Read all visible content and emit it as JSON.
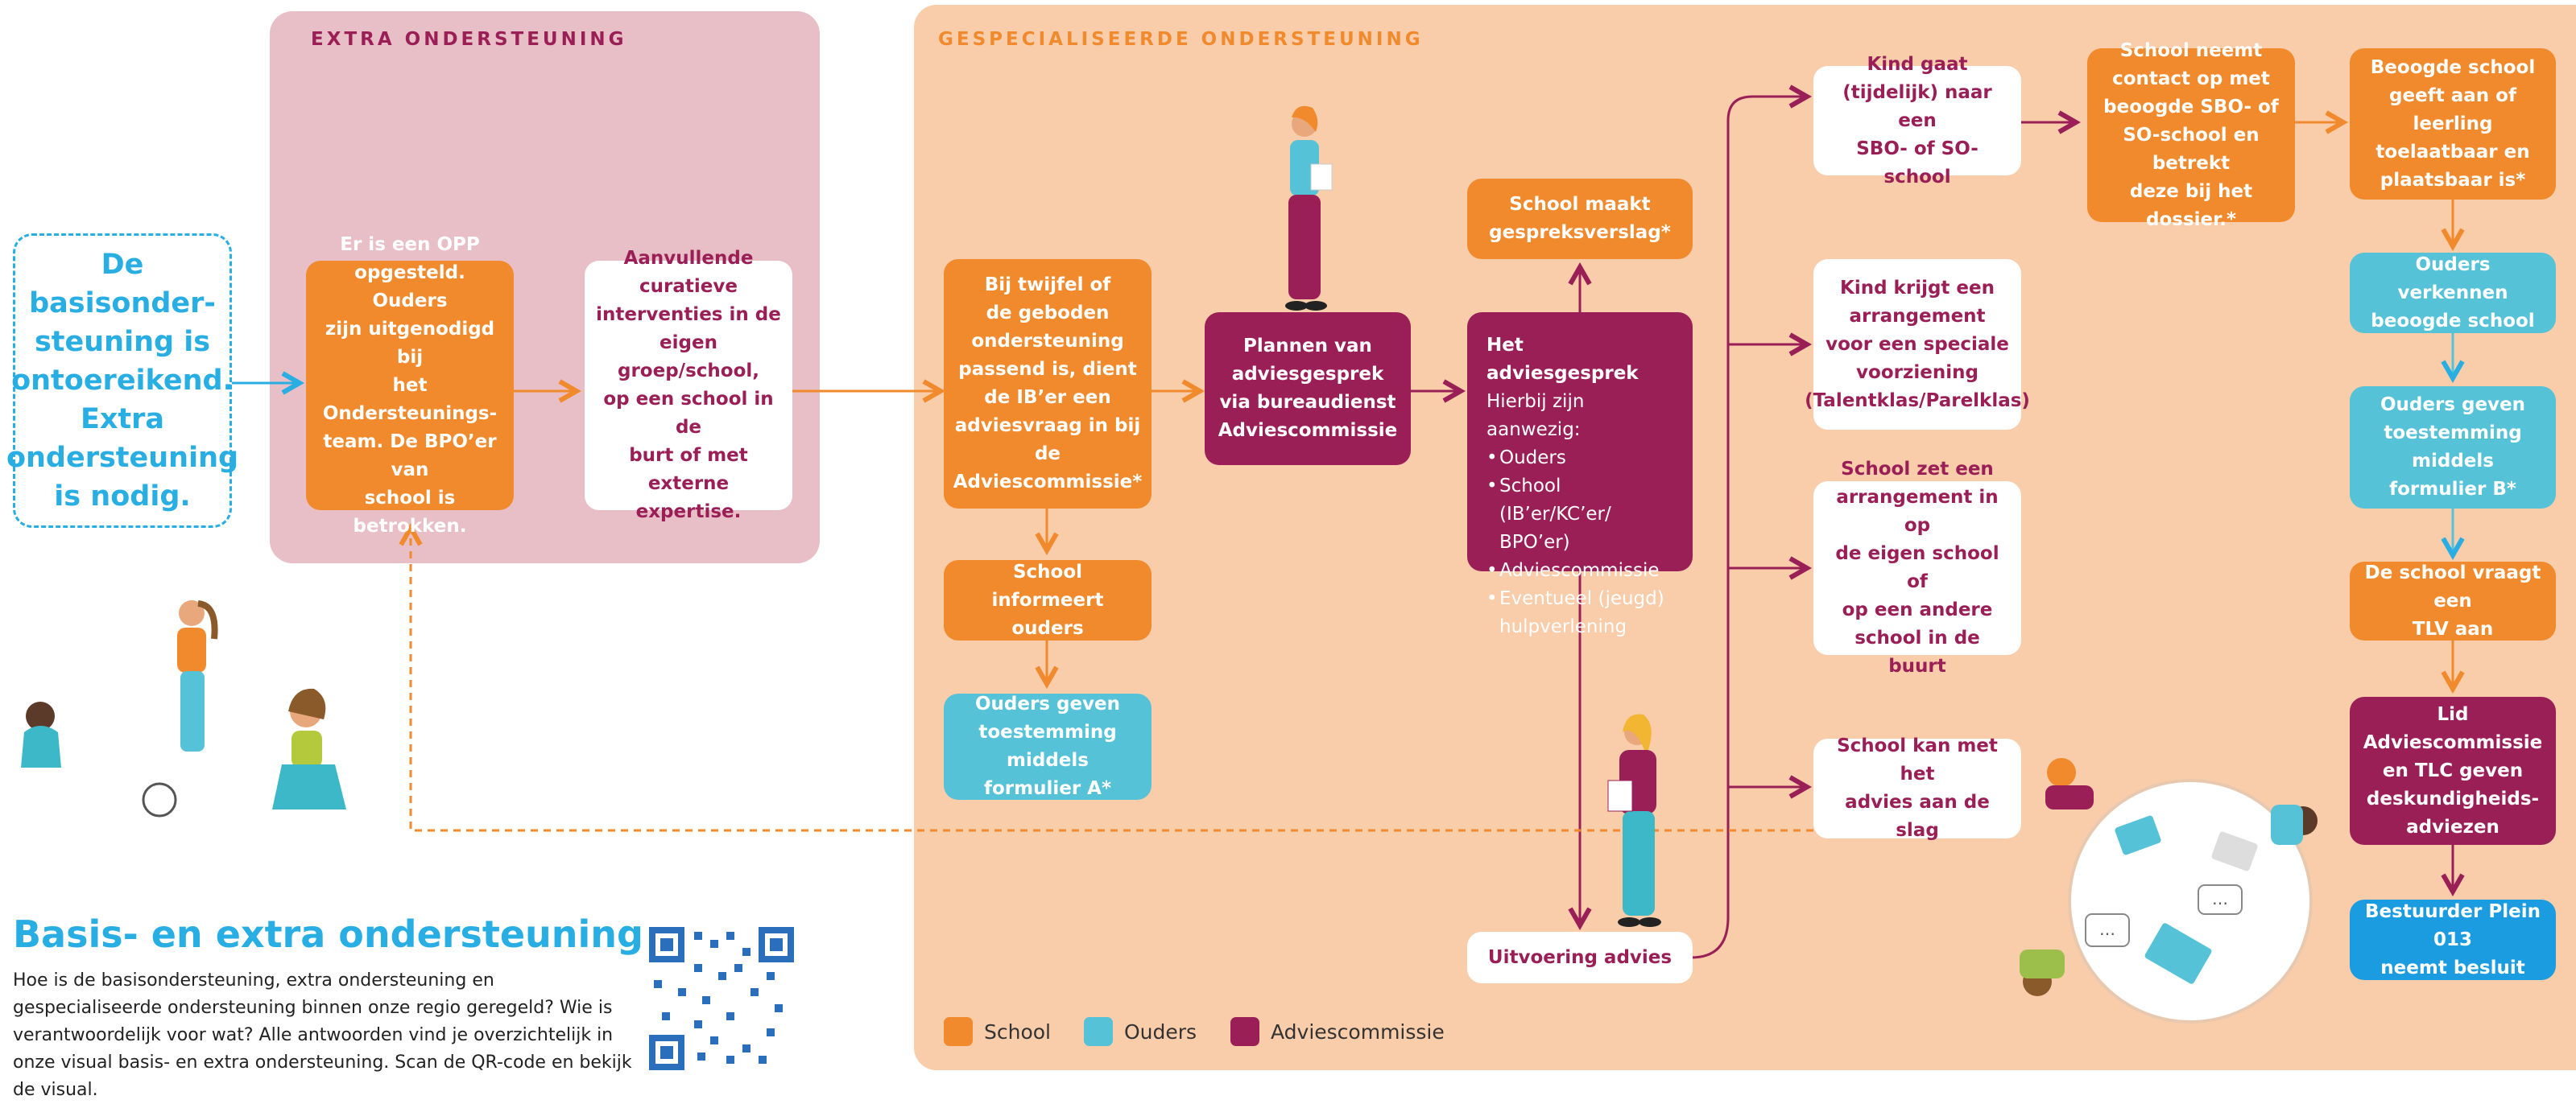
{
  "colors": {
    "school": "#f08a2c",
    "ouders": "#56c2d7",
    "adviescommissie": "#9b1f57",
    "basis_blue": "#29aee3",
    "extra_panel": "#e8bfc6",
    "gespecialiseerd_panel": "#f9ccaa",
    "magenta_text": "#9b1f57",
    "orange_title": "#f08a2c"
  },
  "panels": {
    "extra": {
      "title": "EXTRA ONDERSTEUNING"
    },
    "gespecialiseerd": {
      "title": "GESPECIALISEERDE ONDERSTEUNING"
    }
  },
  "intro": {
    "text": "De basisonder-\nsteuning is\nontoereikend.\nExtra\nondersteuning\nis nodig."
  },
  "extra": {
    "box1": "Er is een OPP\nopgesteld. Ouders\nzijn uitgenodigd bij\nhet Ondersteunings-\nteam. De BPO’er van\nschool is betrokken.",
    "box2": "Aanvullende\ncuratieve\ninterventies in de\neigen groep/school,\nop een school in de\nburt of met externe\nexpertise."
  },
  "gespec": {
    "twijfel": "Bij twijfel of\nde geboden\nondersteuning\npassend is, dient\nde IB’er een\nadviesvraag in bij de\nAdviescommissie*",
    "informeert": "School informeert\nouders",
    "formulierA": "Ouders geven\ntoestemming\nmiddels formulier A*",
    "plannen": "Plannen van\nadviesgesprek\nvia bureaudienst\nAdviescommissie",
    "verslag": "School maakt\ngespreksverslag*",
    "adviesgesprek": {
      "title": "Het adviesgesprek",
      "subtitle": "Hierbij zijn aanwezig:",
      "items": [
        "Ouders",
        "School (IB’er/KC’er/\nBPO’er)",
        "Adviescommissie",
        "Eventueel (jeugd)\nhulpverlening"
      ]
    },
    "uitvoering": "Uitvoering advies",
    "kind_sbo": "Kind gaat\n(tijdelijk) naar een\nSBO- of SO-school",
    "kind_arrangement": "Kind krijgt een\narrangement\nvoor een speciale\nvoorziening\n(Talentklas/Parelklas)",
    "school_arrangement": "School zet een\narrangement in op\nde eigen school of\nop een andere\nschool in de buurt",
    "school_kan": "School kan met het\nadvies aan de slag",
    "neemt_contact": "School neemt\ncontact op met\nbeoogde SBO- of\nSO-school en betrekt\ndeze bij het dossier.*",
    "beoogde": "Beoogde school\ngeeft aan of leerling\ntoelaatbaar en\nplaatsbaar is*",
    "verkennen": "Ouders verkennen\nbeoogde school",
    "formulierB": "Ouders geven\ntoestemming\nmiddels formulier B*",
    "tlv": "De school vraagt een\nTLV aan",
    "lid": "Lid Adviescommissie\nen TLC geven\ndeskundigheids-\nadviezen",
    "bestuurder": "Bestuurder Plein 013\nneemt besluit"
  },
  "legend": [
    {
      "label": "School",
      "color": "#f08a2c"
    },
    {
      "label": "Ouders",
      "color": "#56c2d7"
    },
    {
      "label": "Adviescommissie",
      "color": "#9b1f57"
    }
  ],
  "footer": {
    "heading": "Basis- en extra ondersteuning",
    "text": "Hoe is de basisondersteuning, extra ondersteuning en gespecialiseerde ondersteuning binnen onze regio geregeld? Wie is verantwoordelijk voor wat? Alle antwoorden vind je overzichtelijk in onze visual basis- en extra ondersteuning. Scan de QR-code en bekijk de visual."
  },
  "icons": [
    "qr-code-icon",
    "chat-bubble-icon"
  ]
}
